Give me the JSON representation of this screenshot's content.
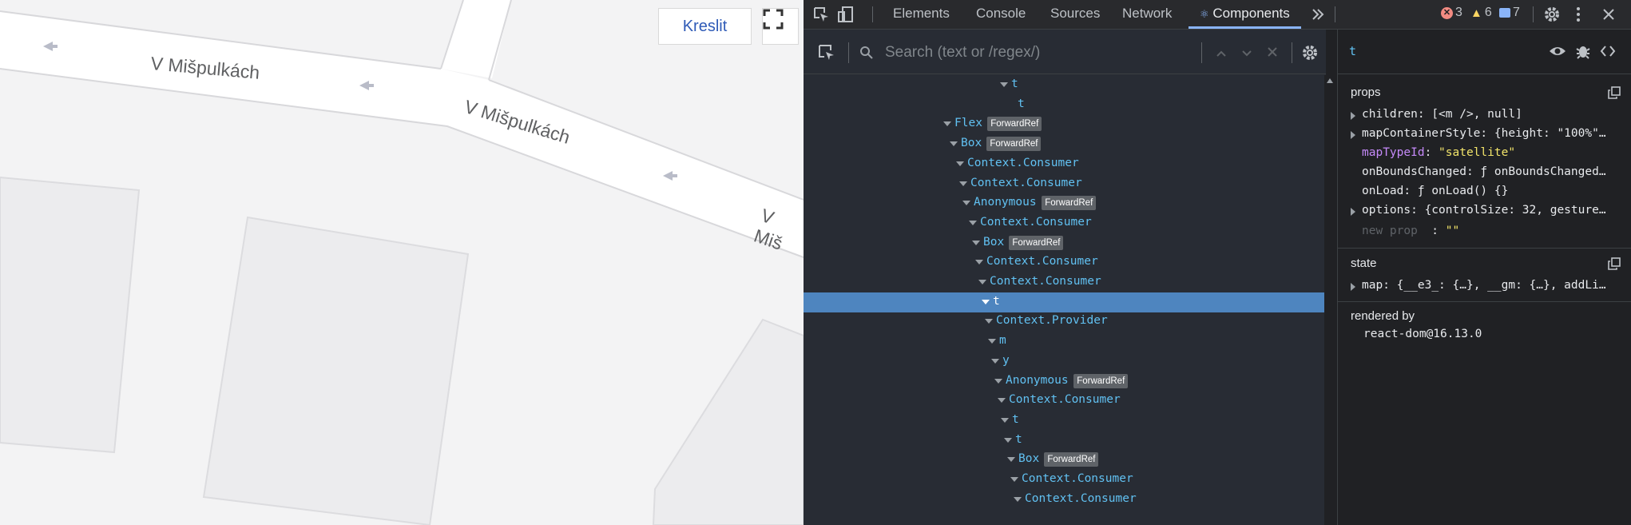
{
  "map": {
    "street_labels": [
      "V Mišpulkách",
      "V Mišpulkách",
      "V Miš"
    ],
    "draw_button_label": "Kreslit",
    "fullscreen_icon": "fullscreen-icon"
  },
  "devtools": {
    "tabs": [
      "Elements",
      "Console",
      "Sources",
      "Network",
      "Components"
    ],
    "active_tab": "Components",
    "more_tabs_icon": "chevron-double-right-icon",
    "counts": {
      "errors": "3",
      "warnings": "6",
      "messages": "7"
    },
    "search": {
      "placeholder": "Search (text or /regex/)"
    },
    "selected_component": "t",
    "tree": [
      {
        "name": "t",
        "badge": "",
        "arrow": true
      },
      {
        "name": "t",
        "badge": "",
        "arrow": false
      },
      {
        "name": "Flex",
        "badge": "ForwardRef",
        "arrow": true
      },
      {
        "name": "Box",
        "badge": "ForwardRef",
        "arrow": true
      },
      {
        "name": "Context.Consumer",
        "badge": "",
        "arrow": true
      },
      {
        "name": "Context.Consumer",
        "badge": "",
        "arrow": true
      },
      {
        "name": "Anonymous",
        "badge": "ForwardRef",
        "arrow": true
      },
      {
        "name": "Context.Consumer",
        "badge": "",
        "arrow": true
      },
      {
        "name": "Box",
        "badge": "ForwardRef",
        "arrow": true
      },
      {
        "name": "Context.Consumer",
        "badge": "",
        "arrow": true
      },
      {
        "name": "Context.Consumer",
        "badge": "",
        "arrow": true
      },
      {
        "name": "t",
        "badge": "",
        "arrow": true,
        "selected": true
      },
      {
        "name": "Context.Provider",
        "badge": "",
        "arrow": true
      },
      {
        "name": "m",
        "badge": "",
        "arrow": true
      },
      {
        "name": "y",
        "badge": "",
        "arrow": true
      },
      {
        "name": "Anonymous",
        "badge": "ForwardRef",
        "arrow": true
      },
      {
        "name": "Context.Consumer",
        "badge": "",
        "arrow": true
      },
      {
        "name": "t",
        "badge": "",
        "arrow": true
      },
      {
        "name": "t",
        "badge": "",
        "arrow": true
      },
      {
        "name": "Box",
        "badge": "ForwardRef",
        "arrow": true
      },
      {
        "name": "Context.Consumer",
        "badge": "",
        "arrow": true
      },
      {
        "name": "Context.Consumer",
        "badge": "",
        "arrow": true
      }
    ],
    "props": {
      "title": "props",
      "items": [
        {
          "key": "children",
          "value": "[<m />, null]",
          "expandable": true
        },
        {
          "key": "mapContainerStyle",
          "value": "{height: \"100%\"…",
          "expandable": true
        },
        {
          "key": "mapTypeId",
          "value": "\"satellite\"",
          "expandable": false,
          "edited": true
        },
        {
          "key": "onBoundsChanged",
          "value": "ƒ onBoundsChanged…",
          "expandable": false
        },
        {
          "key": "onLoad",
          "value": "ƒ onLoad() {}",
          "expandable": false
        },
        {
          "key": "options",
          "value": "{controlSize: 32, gesture…",
          "expandable": true
        }
      ],
      "new_prop_placeholder": "new prop",
      "new_prop_value": "\"\""
    },
    "state": {
      "title": "state",
      "items": [
        {
          "key": "map",
          "value": "{__e3_: {…}, __gm: {…}, addLi…",
          "expandable": true
        }
      ]
    },
    "rendered_by": {
      "title": "rendered by",
      "value": "react-dom@16.13.0"
    }
  }
}
